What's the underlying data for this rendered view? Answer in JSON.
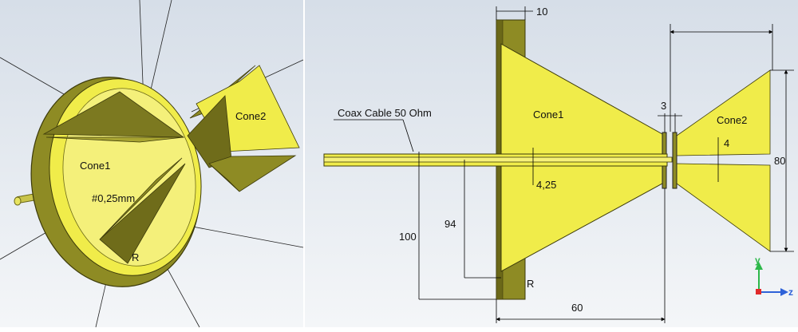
{
  "colors": {
    "yellow": "#F0EC4A",
    "yellow_light": "#F6F17A",
    "olive": "#8E8B24",
    "olive_dark": "#5F5C14",
    "background_top": "#D6DEE8",
    "background_bottom": "#F4F6F8",
    "line": "#000000",
    "axis_y": "#2DB84A",
    "axis_z": "#2E62D8",
    "axis_x": "#E02A2A"
  },
  "left_view": {
    "cone1_label": "Cone1",
    "cone2_label": "Cone2",
    "gap_label": "#0,25mm",
    "ring_label": "R"
  },
  "right_view": {
    "coax_label": "Coax Cable 50 Ohm",
    "cone1_label": "Cone1",
    "cone2_label": "Cone2",
    "ring_label": "R",
    "dimensions": {
      "ring_thickness": "10",
      "gap": "3",
      "cone2_slot": "4",
      "feed": "4,25",
      "cone2_height": "80",
      "height_94": "94",
      "height_100": "100",
      "length_60": "60"
    },
    "axes": {
      "y": "y",
      "z": "z"
    }
  }
}
